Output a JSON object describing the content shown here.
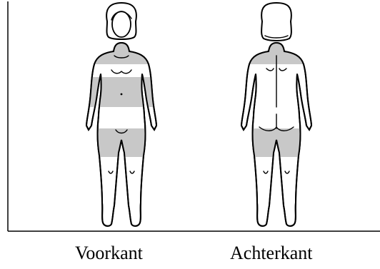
{
  "figures": [
    {
      "id": "front",
      "label": "Voorkant"
    },
    {
      "id": "back",
      "label": "Achterkant"
    }
  ],
  "colors": {
    "shaded_region": "#c8c8c8",
    "outline": "#000000",
    "background": "#ffffff"
  }
}
